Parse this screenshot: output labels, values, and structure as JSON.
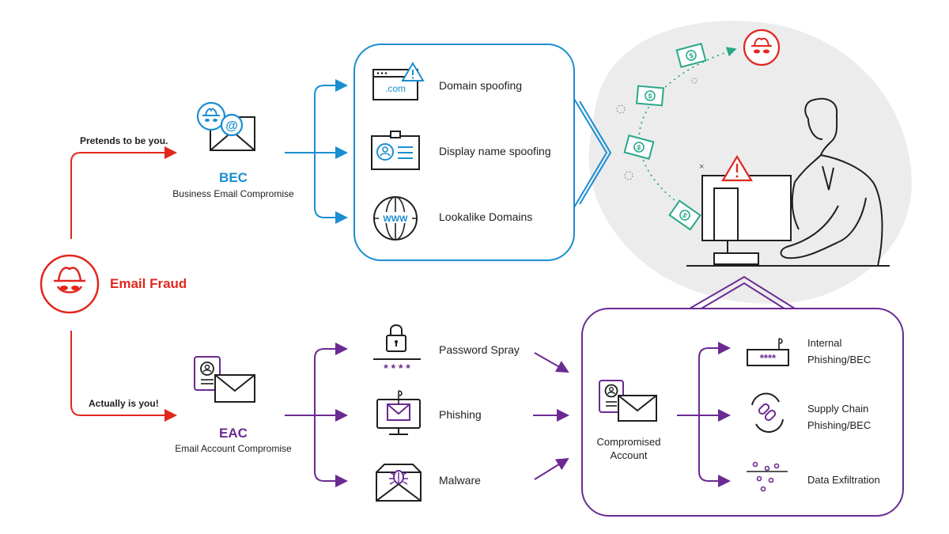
{
  "colors": {
    "red": "#e0271f",
    "blue": "#1a8ed1",
    "purple": "#6a2a92",
    "green": "#2aa889",
    "dark": "#1f1f1f",
    "grey_bg": "#ececed"
  },
  "root": {
    "label": "Email Fraud",
    "icon": "spy-icon"
  },
  "branches": {
    "top_label": "Pretends to be you.",
    "bottom_label": "Actually is you!"
  },
  "bec": {
    "title": "BEC",
    "subtitle": "Business Email Compromise",
    "icon": "spy-email-icon",
    "methods": [
      {
        "label": "Domain spoofing",
        "icon": "browser-warning-icon",
        "icon_text": ".com"
      },
      {
        "label": "Display name spoofing",
        "icon": "id-badge-icon"
      },
      {
        "label": "Lookalike Domains",
        "icon": "globe-icon",
        "icon_text": "WWW"
      }
    ]
  },
  "eac": {
    "title": "EAC",
    "subtitle": "Email Account Compromise",
    "icon": "id-email-icon",
    "methods": [
      {
        "label": "Password Spray",
        "icon": "lock-password-icon",
        "icon_text": "* * * *"
      },
      {
        "label": "Phishing",
        "icon": "phishing-monitor-icon"
      },
      {
        "label": "Malware",
        "icon": "bug-email-icon"
      }
    ]
  },
  "compromised": {
    "label_line1": "Compromised",
    "label_line2": "Account",
    "icon": "id-email-icon",
    "outcomes": [
      {
        "line1": "Internal",
        "line2": "Phishing/BEC",
        "icon": "password-field-icon",
        "icon_text": "****"
      },
      {
        "line1": "Supply Chain",
        "line2": "Phishing/BEC",
        "icon": "chain-link-icon"
      },
      {
        "line1": "Data Exfiltration",
        "line2": "",
        "icon": "data-scatter-icon"
      }
    ]
  },
  "scene": {
    "icons": [
      "money-bill-icon",
      "victim-at-computer-icon",
      "warning-icon",
      "spy-icon"
    ]
  }
}
